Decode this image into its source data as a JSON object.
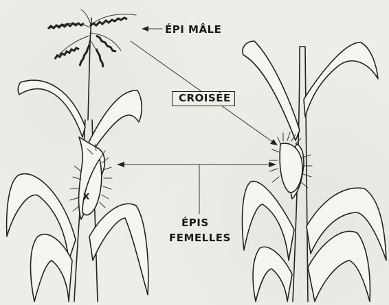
{
  "labels": {
    "male": "ÉPI MÂLE",
    "cross": "CROISÉE",
    "female_1": "ÉPIS",
    "female_2": "FEMELLES",
    "mark": "X"
  },
  "colors": {
    "ink": "#222222",
    "paper": "#eeeee8"
  }
}
